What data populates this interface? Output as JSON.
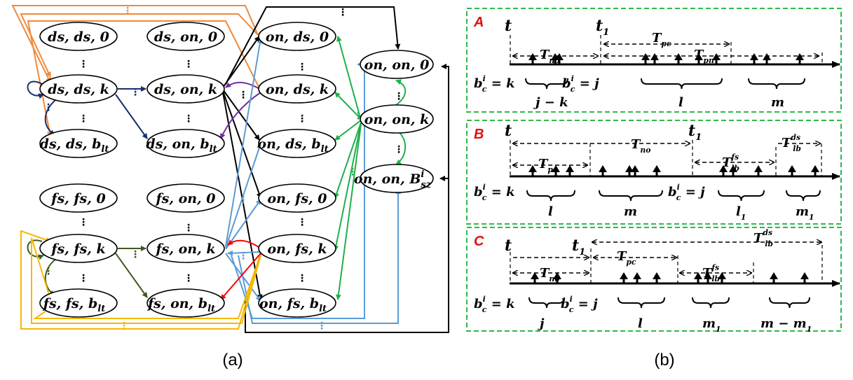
{
  "figure_a": {
    "caption": "(a)",
    "nodes": {
      "ds_ds_0": "ds, ds, 0",
      "ds_ds_k": "ds, ds, k",
      "ds_ds_blt": "ds, ds, b",
      "ds_on_0": "ds, on, 0",
      "ds_on_k": "ds, on, k",
      "ds_on_blt": "ds, on, b",
      "fs_fs_0": "fs, fs, 0",
      "fs_fs_k": "fs, fs, k",
      "fs_fs_blt": "fs, fs, b",
      "fs_on_0": "fs, on, 0",
      "fs_on_k": "fs, on, k",
      "fs_on_blt": "fs, on, b",
      "on_ds_0": "on, ds, 0",
      "on_ds_k": "on, ds, k",
      "on_ds_blt": "on, ds, b",
      "on_fs_0": "on, fs, 0",
      "on_fs_k": "on, fs, k",
      "on_fs_blt": "on, fs, b",
      "on_on_0": "on, on, 0",
      "on_on_k": "on, on, k",
      "on_on_B": "on, on, B"
    },
    "sub_lt": "lt",
    "sub_sz": "sz",
    "sup_i": "i",
    "vdots": "⋮",
    "hdots": "⋯",
    "colors": {
      "navy": "#1a2f6b",
      "orange": "#f0893a",
      "purple": "#7030a0",
      "black": "#000000",
      "blue": "#5b9bd5",
      "green": "#1fb04c",
      "olive": "#3d5a1e",
      "yellow": "#f5b800",
      "red": "#ff0000"
    }
  },
  "figure_b": {
    "caption": "(b)",
    "panels": {
      "A": {
        "letter": "A",
        "t": "t",
        "t1": "t",
        "T_pc": "T",
        "T_pc_sub": "pc",
        "T_no": "T",
        "T_no_sub": "no",
        "T_pn": "T",
        "T_pn_sub": "pn",
        "b1": "b",
        "b1_eq": " = k",
        "b2": "b",
        "b2_eq": " = j",
        "brace1": "j − k",
        "brace2": "l",
        "brace3": "m"
      },
      "B": {
        "letter": "B",
        "t": "t",
        "t1": "t",
        "T_no": "T",
        "T_no_sub": "no",
        "T_pc": "T",
        "T_pc_sub": "pc",
        "T_lb_fs": "T",
        "T_lb_fs_sub": "lb",
        "T_lb_fs_sup": "fs",
        "T_lb_ds": "T",
        "T_lb_ds_sub": "lb",
        "T_lb_ds_sup": "ds",
        "b1": "b",
        "b1_eq": " = k",
        "b2": "b",
        "b2_eq": " = j",
        "brace1": "l",
        "brace2": "m",
        "brace3": "l",
        "brace3_sub": "1",
        "brace4": "m",
        "brace4_sub": "1"
      },
      "C": {
        "letter": "C",
        "t": "t",
        "t1": "t",
        "T_lb_ds": "T",
        "T_lb_ds_sub": "lb",
        "T_lb_ds_sup": "ds",
        "T_pc": "T",
        "T_pc_sub": "pc",
        "T_no": "T",
        "T_no_sub": "no",
        "T_lb_fs": "T",
        "T_lb_fs_sub": "lb",
        "T_lb_fs_sup": "fs",
        "b1": "b",
        "b1_eq": " = k",
        "b2": "b",
        "b2_eq": " = j",
        "brace1": "j",
        "brace2": "l",
        "brace3": "m",
        "brace3_sub": "1",
        "brace4": "m − m",
        "brace4_sub": "1"
      }
    },
    "b_sub": "c",
    "b_sup": "i",
    "t1_sub": "1",
    "colors": {
      "panel_border": "#2eb84c",
      "axis": "#000000"
    }
  }
}
